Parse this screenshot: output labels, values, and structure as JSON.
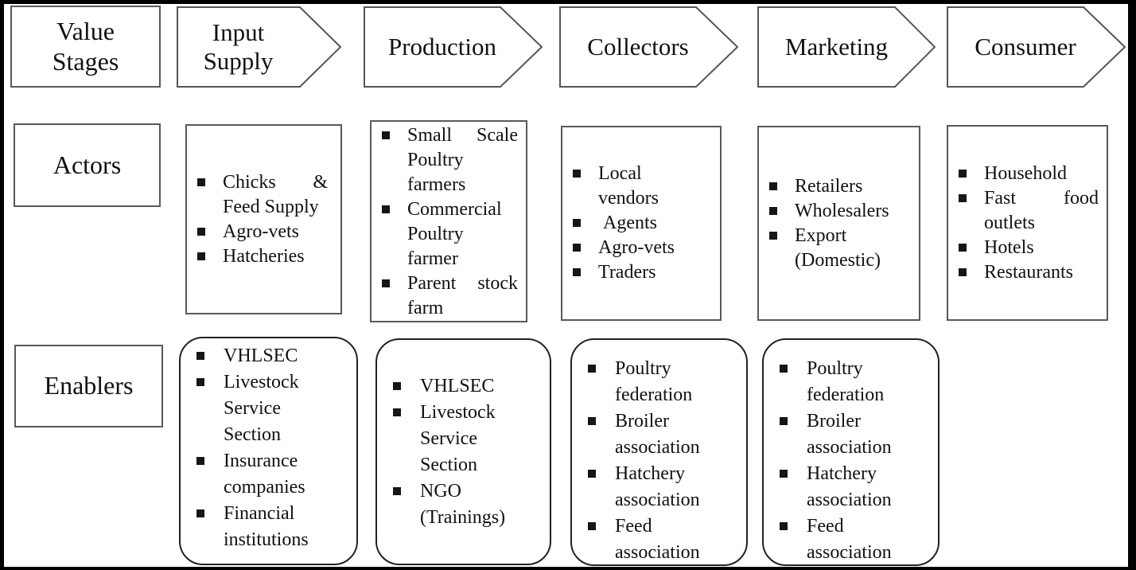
{
  "colors": {
    "background": "#ffffff",
    "frame": "#000000",
    "box_border": "#595959",
    "rounded_box_border": "#222222",
    "text": "#111111"
  },
  "row_labels": {
    "stages": "Value Stages",
    "actors": "Actors",
    "enablers": "Enablers"
  },
  "stages": [
    {
      "label": "Input Supply"
    },
    {
      "label": "Production"
    },
    {
      "label": "Collectors"
    },
    {
      "label": "Marketing"
    },
    {
      "label": "Consumer"
    }
  ],
  "actors": {
    "input_supply": [
      "Chicks & Feed Supply",
      "Agro-vets",
      "Hatcheries"
    ],
    "production": [
      "Small Scale Poultry farmers",
      "Commercial Poultry farmer",
      "Parent stock farm"
    ],
    "collectors": [
      "Local vendors",
      " Agents",
      "Agro-vets",
      "Traders"
    ],
    "marketing": [
      "Retailers",
      "Wholesalers",
      "Export (Domestic)"
    ],
    "consumer": [
      "Household",
      "Fast food outlets",
      "Hotels",
      "Restaurants"
    ]
  },
  "enablers": {
    "input_supply": [
      "VHLSEC",
      "Livestock Service Section",
      "Insurance companies",
      "Financial institutions"
    ],
    "production": [
      "VHLSEC",
      "Livestock Service Section",
      "NGO (Trainings)"
    ],
    "collectors": [
      "Poultry federation",
      "Broiler association",
      "Hatchery association",
      "Feed association"
    ],
    "marketing": [
      "Poultry federation",
      "Broiler association",
      "Hatchery association",
      "Feed association"
    ]
  }
}
